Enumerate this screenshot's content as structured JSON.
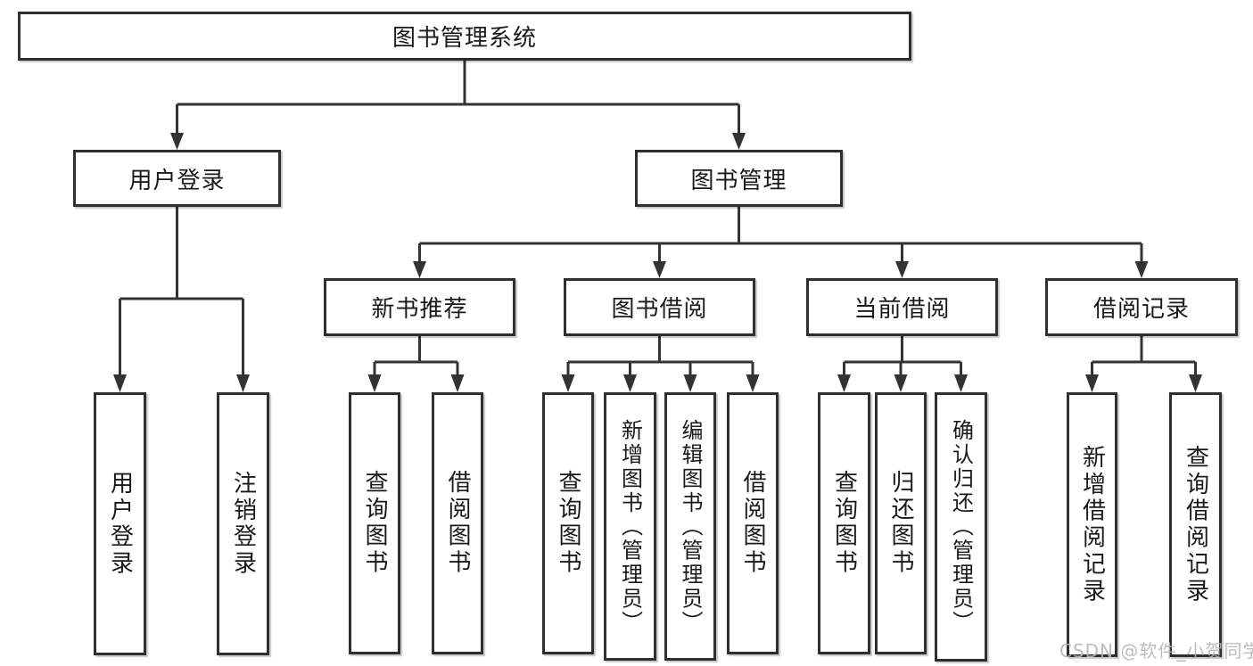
{
  "tree": {
    "label": "图书管理系统",
    "children": [
      {
        "label": "用户登录",
        "children": [
          {
            "label": "用户登录"
          },
          {
            "label": "注销登录"
          }
        ]
      },
      {
        "label": "图书管理",
        "children": [
          {
            "label": "新书推荐",
            "children": [
              {
                "label": "查询图书"
              },
              {
                "label": "借阅图书"
              }
            ]
          },
          {
            "label": "图书借阅",
            "children": [
              {
                "label": "查询图书"
              },
              {
                "label": "新增图书（管理员）"
              },
              {
                "label": "编辑图书（管理员）"
              },
              {
                "label": "借阅图书"
              }
            ]
          },
          {
            "label": "当前借阅",
            "children": [
              {
                "label": "查询图书"
              },
              {
                "label": "归还图书"
              },
              {
                "label": "确认归还（管理员）"
              }
            ]
          },
          {
            "label": "借阅记录",
            "children": [
              {
                "label": "新增借阅记录"
              },
              {
                "label": "查询借阅记录"
              }
            ]
          }
        ]
      }
    ]
  },
  "watermark": {
    "text": "CSDN @软件_小贺同学"
  },
  "colors": {
    "line": "#333333",
    "box_border": "#2f2f2f",
    "text": "#1a1a1a",
    "watermark": "#b5b5b5"
  }
}
